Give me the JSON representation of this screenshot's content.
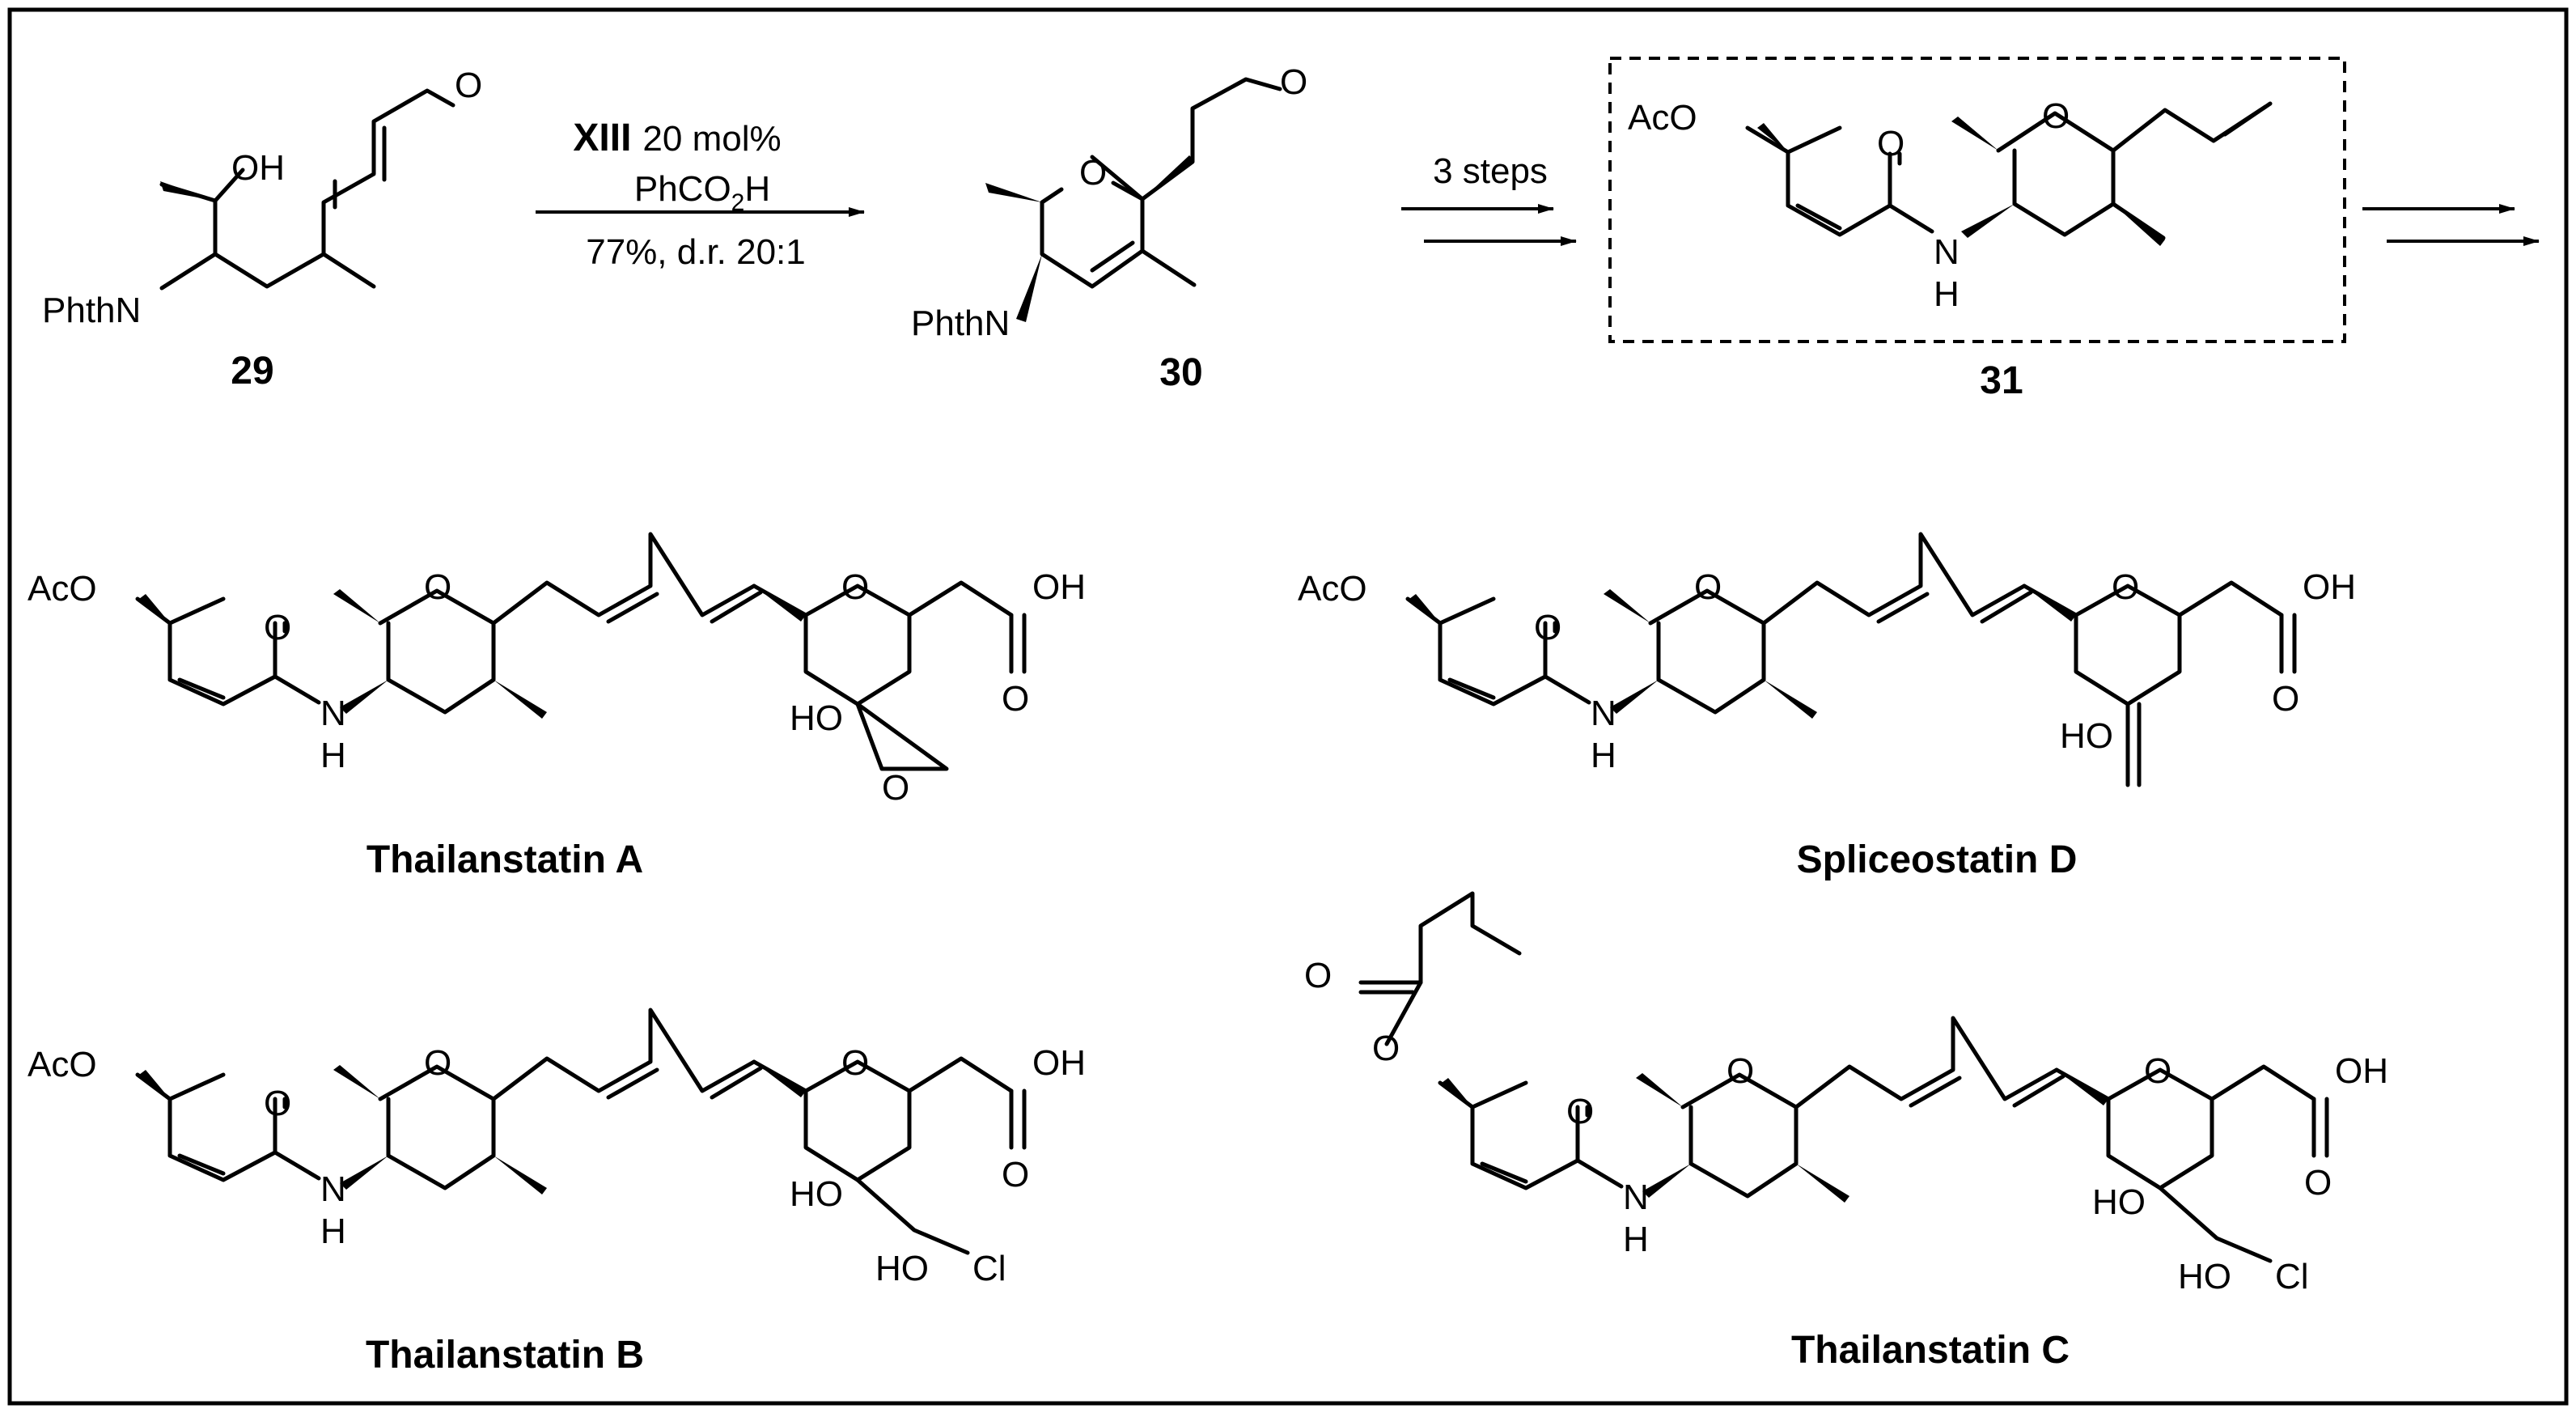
{
  "scheme": {
    "top": {
      "cpd29": {
        "label": "29",
        "atoms": [
          "OH",
          "PhthN",
          "O"
        ]
      },
      "conditions": {
        "catalyst": "XIII",
        "loading": "20 mol%",
        "acid_a": "PhCO",
        "acid_sub": "2",
        "acid_b": "H",
        "result": "77%, d.r. 20:1"
      },
      "cpd30": {
        "label": "30",
        "atoms": [
          "O",
          "O",
          "PhthN"
        ]
      },
      "steps": "3 steps",
      "cpd31": {
        "label": "31",
        "atoms": [
          "AcO",
          "O",
          "O",
          "N",
          "H"
        ]
      }
    },
    "thailanstatin_a": {
      "label": "Thailanstatin A",
      "atoms": [
        "AcO",
        "O",
        "O",
        "O",
        "OH",
        "O",
        "N",
        "H",
        "HO",
        "O"
      ]
    },
    "spliceostatin_d": {
      "label": "Spliceostatin D",
      "atoms": [
        "AcO",
        "O",
        "O",
        "O",
        "OH",
        "O",
        "N",
        "H",
        "HO"
      ]
    },
    "thailanstatin_b": {
      "label": "Thailanstatin B",
      "atoms": [
        "AcO",
        "O",
        "O",
        "O",
        "OH",
        "O",
        "N",
        "H",
        "HO",
        "HO",
        "Cl"
      ]
    },
    "thailanstatin_c": {
      "label": "Thailanstatin C",
      "atoms": [
        "O",
        "O",
        "O",
        "O",
        "O",
        "OH",
        "O",
        "N",
        "H",
        "HO",
        "HO",
        "Cl"
      ]
    }
  }
}
